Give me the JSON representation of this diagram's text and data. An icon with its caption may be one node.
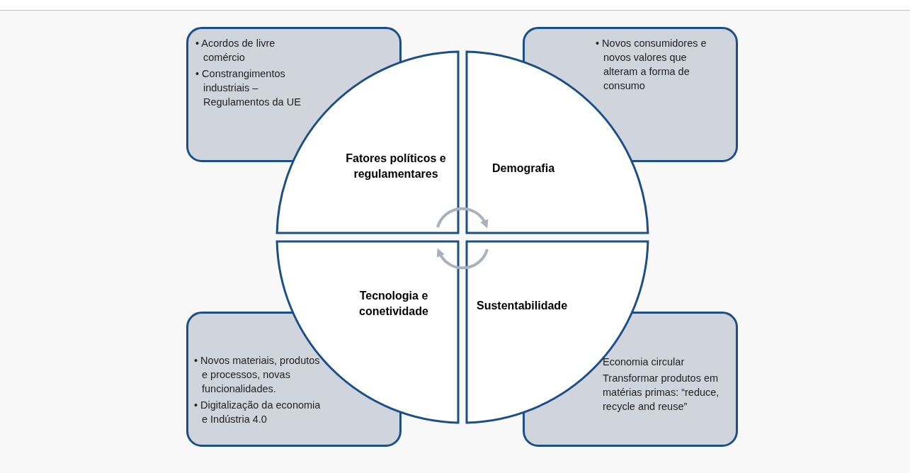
{
  "diagram": {
    "nodes": [
      {
        "text": [
          "• Acordos de livre comércio",
          "• Constrangimentos industriais – Regulamentos da UE"
        ]
      },
      {
        "text": [
          "• Novos consumidores e novos valores que alteram a forma de consumo"
        ]
      },
      {
        "text": [
          "Fatores políticos e regulamentares"
        ]
      },
      {
        "text": [
          "Demografia"
        ]
      },
      {
        "text": [
          "Tecnologia e conetividade"
        ]
      },
      {
        "text": [
          "Sustentabilidade"
        ]
      },
      {
        "text": [
          "• Novos materiais, produtos e processos, novas funcionalidades.",
          "• Digitalização da economia e Indústria 4.0"
        ]
      },
      {
        "text": [
          "Economia circular",
          "Transformar produtos em matérias primas: “reduce, recycle and reuse”"
        ]
      }
    ],
    "edges": [
      {
        "from": 2,
        "to": 3,
        "arrow": "to"
      },
      {
        "from": 5,
        "to": 4,
        "arrow": "to"
      }
    ]
  }
}
